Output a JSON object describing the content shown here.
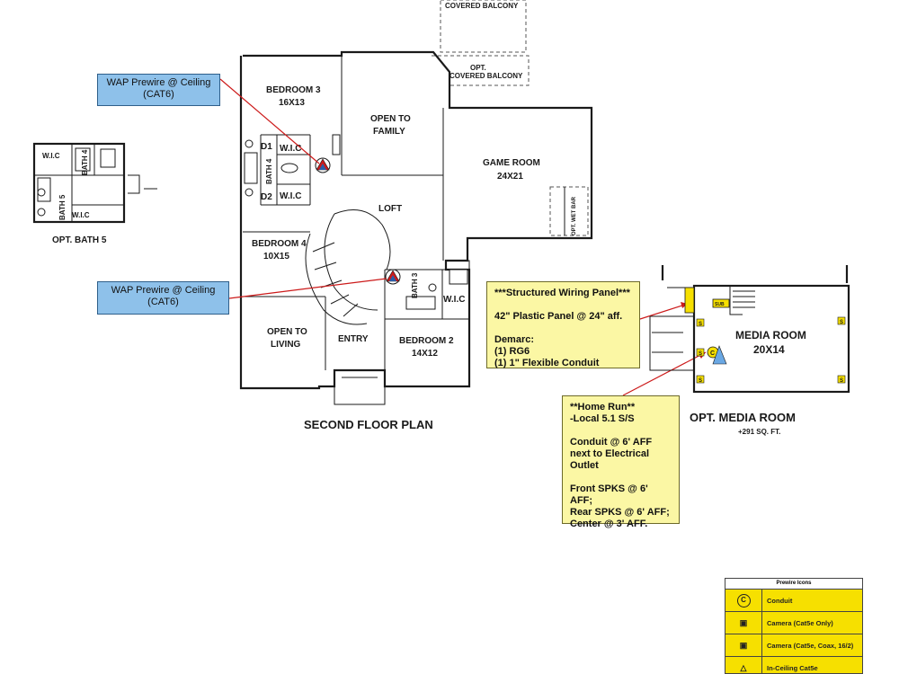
{
  "plan": {
    "title": "SECOND FLOOR PLAN",
    "rooms": {
      "bedroom3_name": "BEDROOM 3",
      "bedroom3_size": "16X13",
      "open_to_family_1": "OPEN TO",
      "open_to_family_2": "FAMILY",
      "game_room_name": "GAME ROOM",
      "game_room_size": "24X21",
      "loft": "LOFT",
      "bedroom4_name": "BEDROOM 4",
      "bedroom4_size": "10X15",
      "open_to_living_1": "OPEN TO",
      "open_to_living_2": "LIVING",
      "entry": "ENTRY",
      "bedroom2_name": "BEDROOM 2",
      "bedroom2_size": "14X12",
      "d1": "D1",
      "d2": "D2",
      "wic_a": "W.I.C",
      "wic_b": "W.I.C",
      "wic_c": "W.I.C",
      "bath4": "BATH 4",
      "bath3": "BATH 3",
      "covered_balcony": "COVERED BALCONY",
      "opt_covered_balcony_1": "OPT.",
      "opt_covered_balcony_2": "COVERED BALCONY",
      "opt_wet_bar": "OPT. WET BAR"
    }
  },
  "opt_bath5": {
    "title": "OPT. BATH 5",
    "wic_top": "W.I.C",
    "wic_bottom": "W.I.C",
    "bath4": "BATH 4",
    "bath5": "BATH 5"
  },
  "media_room": {
    "title": "OPT. MEDIA ROOM",
    "sqft": "+291 SQ. FT.",
    "name": "MEDIA ROOM",
    "size": "20X14",
    "speaker_label": "S",
    "conduit_label": "C",
    "sub_label": "SUB"
  },
  "notes": {
    "wap_top": "WAP Prewire @ Ceiling\n(CAT6)",
    "wap_bottom": "WAP Prewire @ Ceiling\n(CAT6)",
    "structured_wiring": "***Structured Wiring Panel***\n\n42\" Plastic Panel @ 24\" aff.\n\nDemarc:\n(1) RG6\n(1) 1\" Flexible Conduit",
    "home_run": "      **Home Run**\n-Local 5.1 S/S\n\nConduit @ 6' AFF\nnext to Electrical\nOutlet\n\nFront SPKS @ 6' AFF;\nRear SPKS @ 6' AFF;\nCenter @ 3' AFF."
  },
  "legend": {
    "title": "Prewire Icons",
    "rows": [
      {
        "icon": "C",
        "label": "Conduit",
        "icon_name": "conduit-icon"
      },
      {
        "icon": "▣",
        "label": "Camera (Cat5e Only)",
        "icon_name": "camera-icon"
      },
      {
        "icon": "▣",
        "label": "Camera (Cat5e, Coax, 16/2)",
        "icon_name": "camera-coax-icon"
      },
      {
        "icon": "△",
        "label": "In-Ceiling Cat5e",
        "icon_name": "in-ceiling-icon"
      }
    ]
  },
  "colors": {
    "note_blue": "#8ec1ea",
    "note_yellow": "#fbf7a4",
    "legend_yellow": "#f6e000",
    "annotation_red": "#cc1a1a"
  }
}
